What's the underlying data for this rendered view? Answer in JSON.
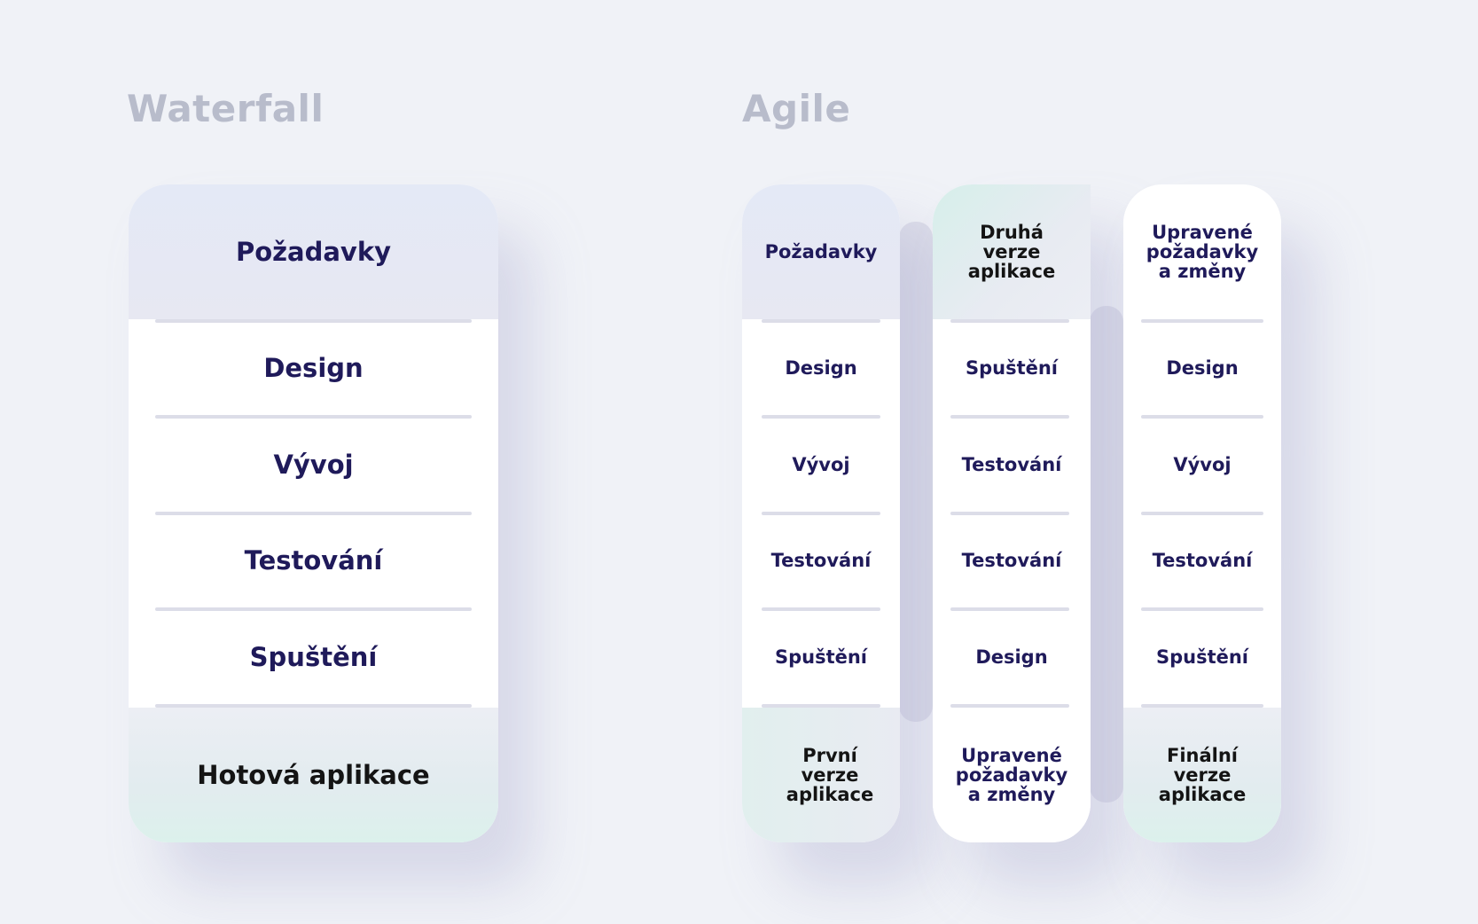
{
  "waterfall": {
    "title": "Waterfall",
    "top": "Požadavky",
    "steps": [
      "Design",
      "Vývoj",
      "Testování",
      "Spuštění"
    ],
    "bottom": "Hotová aplikace"
  },
  "agile": {
    "title": "Agile",
    "columns": [
      {
        "top": "Požadavky",
        "steps": [
          "Design",
          "Vývoj",
          "Testování",
          "Spuštění"
        ],
        "bottom": [
          "První",
          "verze",
          "aplikace"
        ]
      },
      {
        "top": [
          "Druhá",
          "verze",
          "aplikace"
        ],
        "steps": [
          "Spuštění",
          "Testování",
          "Testování",
          "Design"
        ],
        "bottom": [
          "Upravené",
          "požadavky",
          "a změny"
        ]
      },
      {
        "top": [
          "Upravené",
          "požadavky",
          "a změny"
        ],
        "steps": [
          "Design",
          "Vývoj",
          "Testování",
          "Spuštění"
        ],
        "bottom": [
          "Finální",
          "verze",
          "aplikace"
        ]
      }
    ]
  },
  "colors": {
    "background": "#f0f2f7",
    "heading": "#b8bccb",
    "text": "#1f1a5a",
    "divider": "#dcdde8"
  }
}
